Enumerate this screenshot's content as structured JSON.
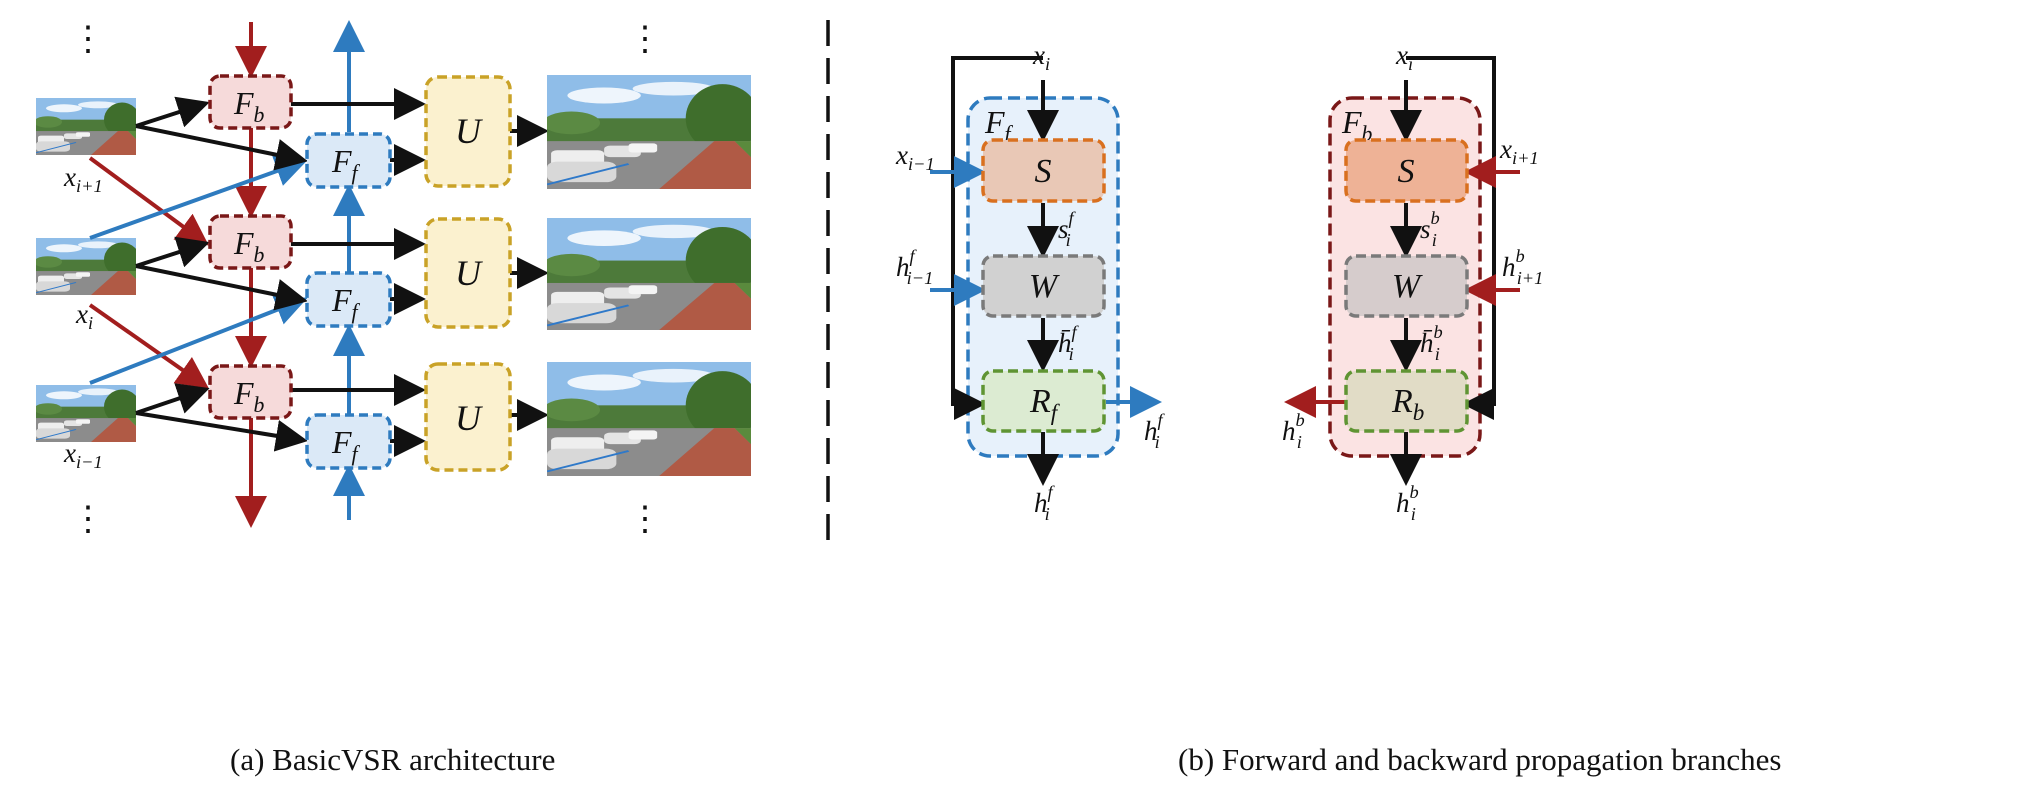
{
  "captions": {
    "left": "(a)  BasicVSR architecture",
    "right": "(b)  Forward and backward propagation branches"
  },
  "left": {
    "ellipsis": "⋮",
    "frame_labels": {
      "x_i_plus_1": {
        "base": "x",
        "sub": "i+1"
      },
      "x_i": {
        "base": "x",
        "sub": "i"
      },
      "x_i_minus_1": {
        "base": "x",
        "sub": "i−1"
      }
    },
    "boxes": {
      "backward": {
        "base": "F",
        "sub": "b"
      },
      "forward": {
        "base": "F",
        "sub": "f"
      },
      "upsample": "U"
    }
  },
  "right": {
    "forward_branch": {
      "container": {
        "base": "F",
        "sub": "f"
      },
      "top_input": {
        "base": "x",
        "sub": "i"
      },
      "side_x": {
        "base": "x",
        "sub": "i−1"
      },
      "side_h": {
        "base": "h",
        "sup": "f",
        "sub": "i−1"
      },
      "S": "S",
      "W": "W",
      "R": {
        "base": "R",
        "sub": "f"
      },
      "s_label": {
        "base": "s",
        "sup": "f",
        "sub": "i"
      },
      "hbar_label": {
        "base": "h̄",
        "sup": "f",
        "sub": "i"
      },
      "h_out_side": {
        "base": "h",
        "sup": "f",
        "sub": "i"
      },
      "h_out_bottom": {
        "base": "h",
        "sup": "f",
        "sub": "i"
      }
    },
    "backward_branch": {
      "container": {
        "base": "F",
        "sub": "b"
      },
      "top_input": {
        "base": "x",
        "sub": "i"
      },
      "side_x": {
        "base": "x",
        "sub": "i+1"
      },
      "side_h": {
        "base": "h",
        "sup": "b",
        "sub": "i+1"
      },
      "S": "S",
      "W": "W",
      "R": {
        "base": "R",
        "sub": "b"
      },
      "s_label": {
        "base": "s",
        "sup": "b",
        "sub": "i"
      },
      "hbar_label": {
        "base": "h̄",
        "sup": "b",
        "sub": "i"
      },
      "h_out_side": {
        "base": "h",
        "sup": "b",
        "sub": "i"
      },
      "h_out_bottom": {
        "base": "h",
        "sup": "b",
        "sub": "i"
      }
    }
  },
  "colors": {
    "red": "#a21e1e",
    "blue": "#2e7bbf",
    "black": "#111111",
    "backward_fill": "#f6dada",
    "backward_stroke": "#7a1818",
    "forward_fill": "#dbe9f7",
    "forward_stroke": "#2e7bbf",
    "upsample_fill": "#fbf1cf",
    "upsample_stroke": "#c9a227",
    "S_fill": "#e9c8b6",
    "S_stroke": "#d9701f",
    "W_fill": "#d1d1d1",
    "W_stroke": "#7a7a7a",
    "R_fill": "#dcebd2",
    "R_stroke": "#5f9433",
    "fwd_container_fill": "#e7f1fb",
    "bwd_container_fill": "#fbe3e3",
    "bwd_container_stroke": "#7a1818"
  }
}
